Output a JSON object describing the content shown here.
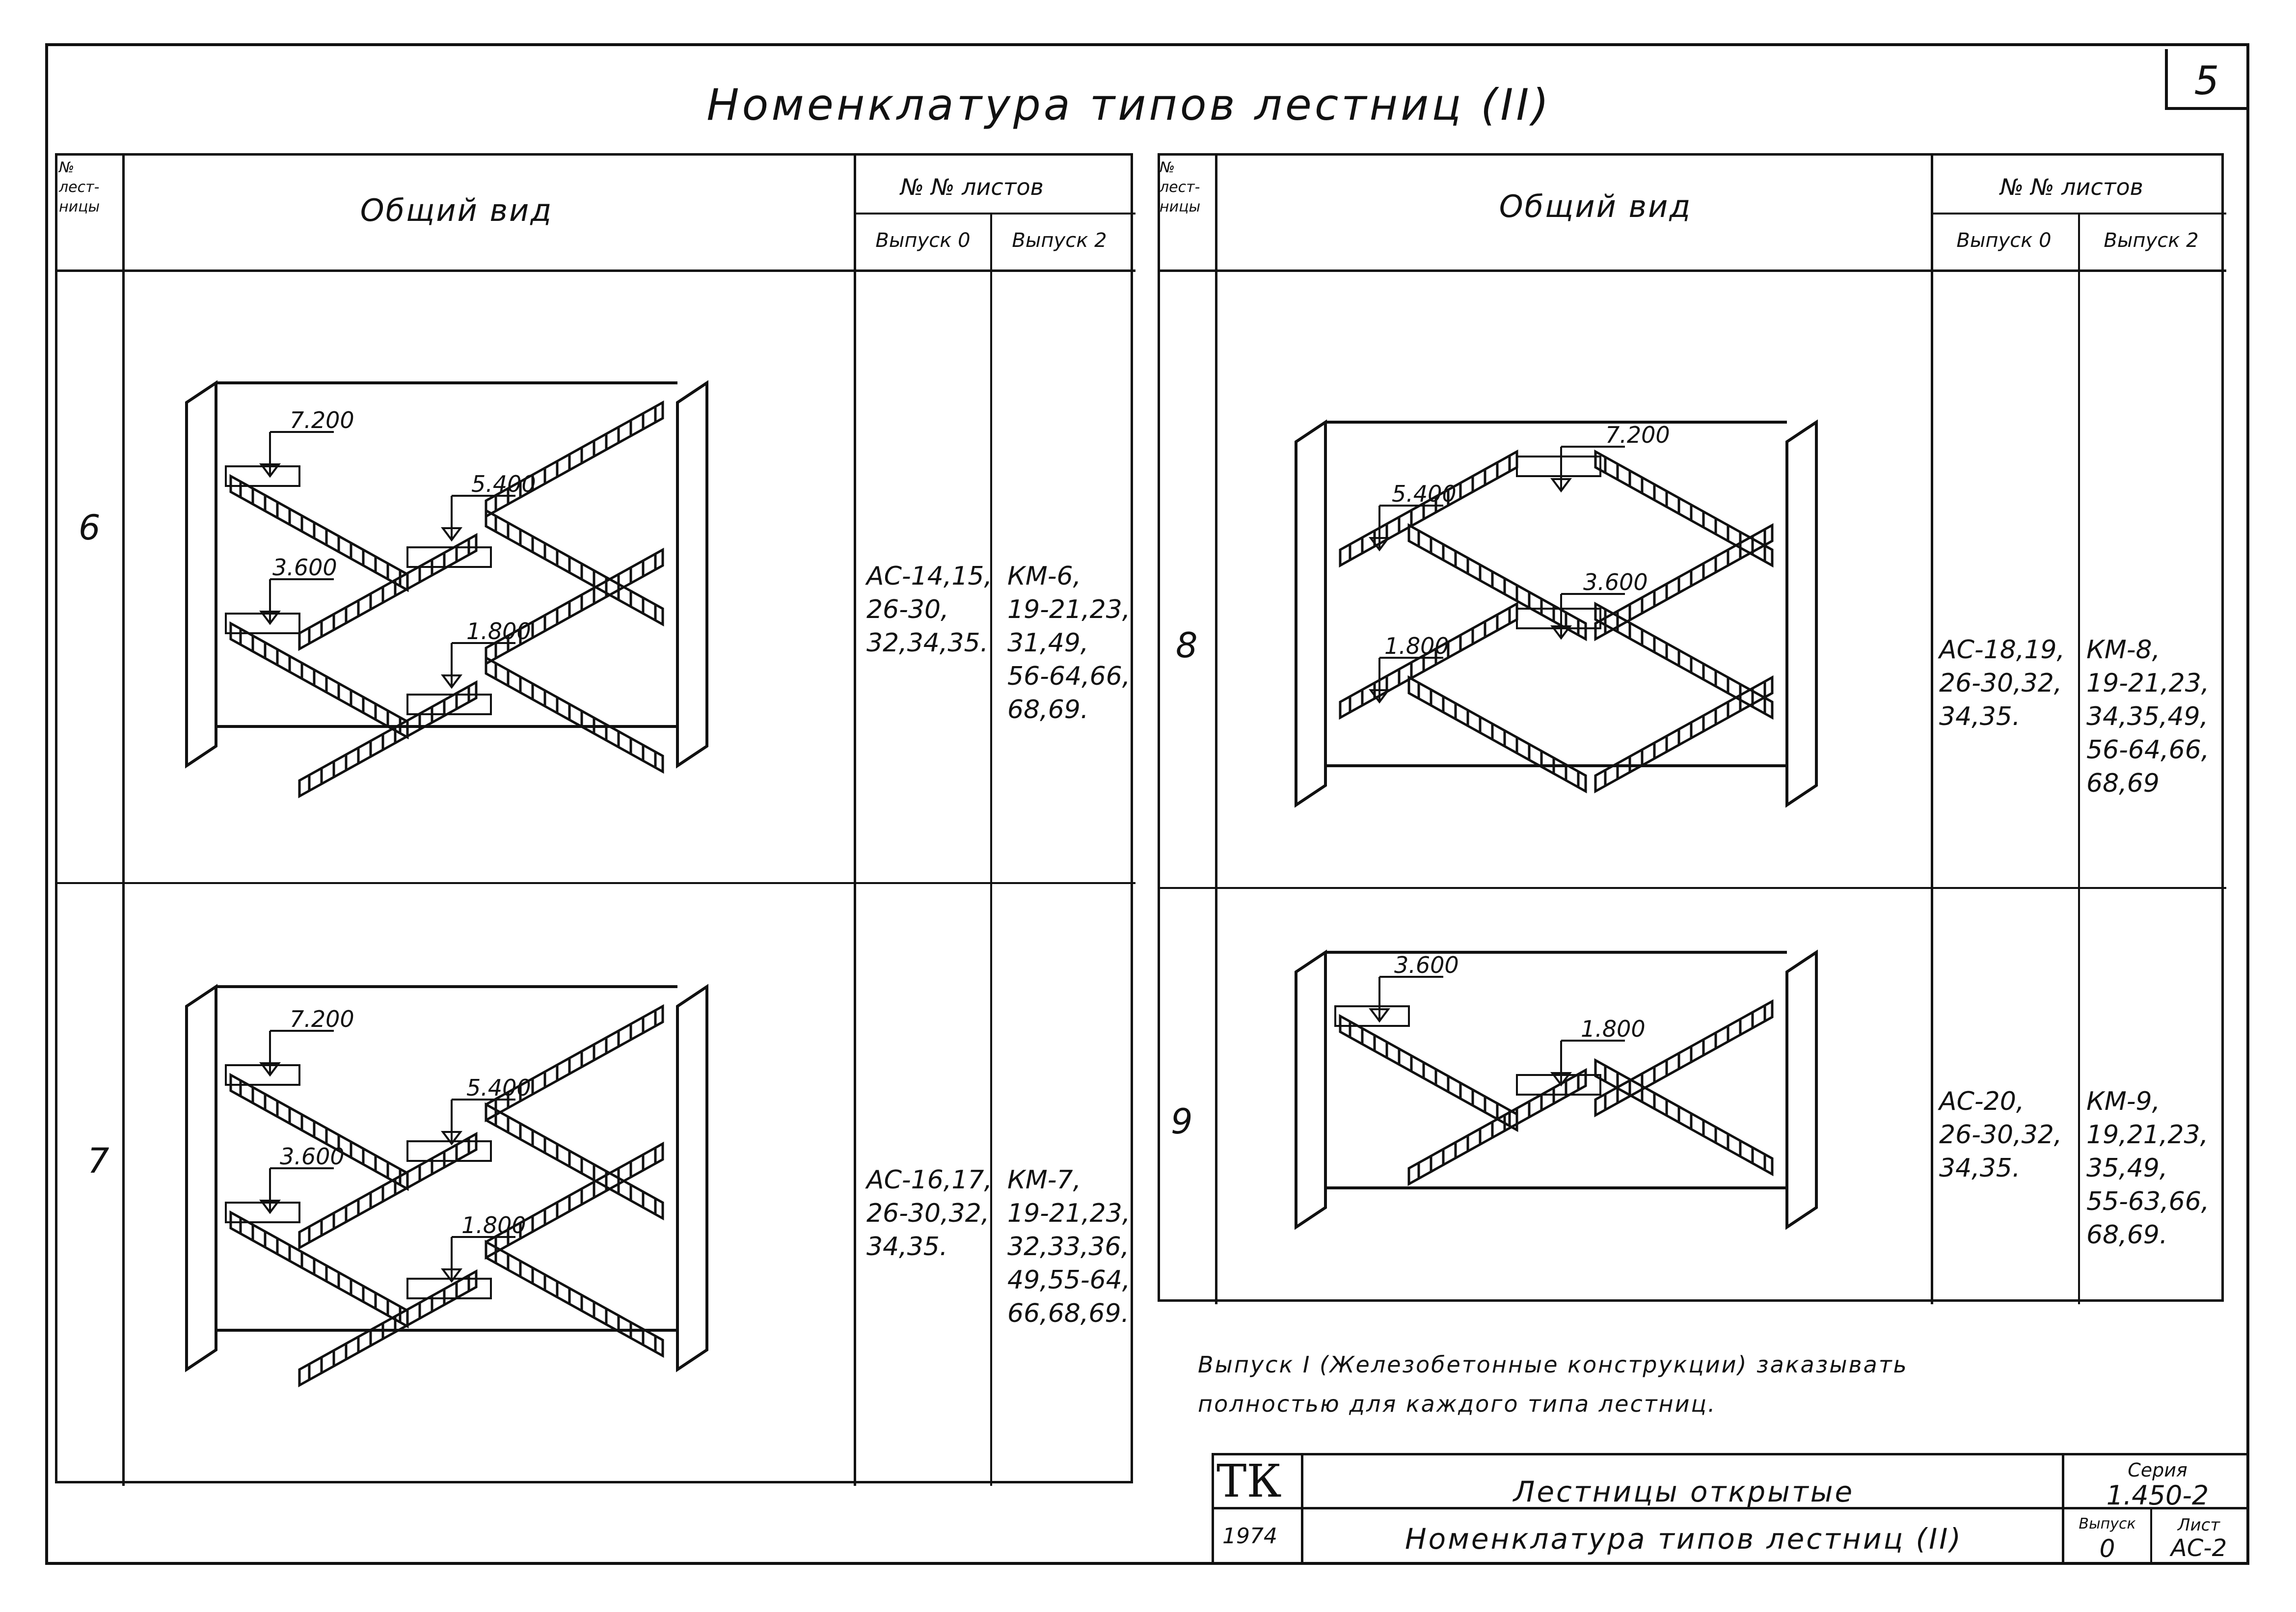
{
  "sheet": {
    "number": "5",
    "title": "Номенклатура типов лестниц (II)"
  },
  "table_headers": {
    "no_label": "№\nлест-\nницы",
    "view": "Общий вид",
    "sheets": "№ № листов",
    "issue0": "Выпуск 0",
    "issue2": "Выпуск 2"
  },
  "rows": [
    {
      "id": "6",
      "issue0": "АС-14,15,\n26-30,\n32,34,35.",
      "issue2": "КМ-6,\n19-21,23,\n31,49,\n56-64,66,\n68,69.",
      "marks": [
        "7.200",
        "5.400",
        "3.600",
        "1.800"
      ]
    },
    {
      "id": "7",
      "issue0": "АС-16,17,\n26-30,32,\n34,35.",
      "issue2": "КМ-7,\n19-21,23,\n32,33,36,\n49,55-64,\n66,68,69.",
      "marks": [
        "7.200",
        "5.400",
        "3.600",
        "1.800"
      ]
    },
    {
      "id": "8",
      "issue0": "АС-18,19,\n26-30,32,\n34,35.",
      "issue2": "КМ-8,\n19-21,23,\n34,35,49,\n56-64,66,\n68,69",
      "marks": [
        "7.200",
        "5.400",
        "3.600",
        "1.800"
      ]
    },
    {
      "id": "9",
      "issue0": "АС-20,\n26-30,32,\n34,35.",
      "issue2": "КМ-9,\n19,21,23,\n35,49,\n55-63,66,\n68,69.",
      "marks": [
        "3.600",
        "1.800"
      ]
    }
  ],
  "note": "Выпуск I (Железобетонные конструкции) заказывать\nполностью для каждого типа лестниц.",
  "stamp": {
    "logo": "ТК",
    "year": "1974",
    "name1": "Лестницы открытые",
    "name2": "Номенклатура типов лестниц (II)",
    "series_label": "Серия",
    "series": "1.450-2",
    "issue_label": "Выпуск",
    "issue": "0",
    "sheet_label": "Лист",
    "sheet": "АС-2"
  }
}
